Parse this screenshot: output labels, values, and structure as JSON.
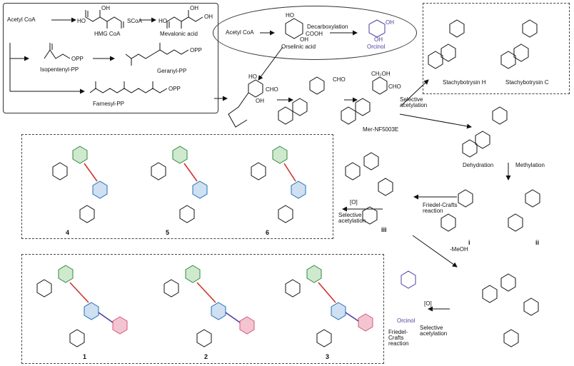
{
  "mevalonate": {
    "acetyl_coa": "Acetyl CoA",
    "hmg_coa": "HMG CoA",
    "mevalonic_acid": "Mevalonic acid",
    "isopentenyl_pp": "Isopentenyl-PP",
    "geranyl_pp": "Geranyl-PP",
    "farnesyl_pp": "Farnesyl-PP",
    "hmg_oh": "OH",
    "hmg_cooh1": "HO",
    "hmg_sco": "SCoA",
    "mev_oh": "OH",
    "mev_ho": "HO",
    "mev_oh2": "OH",
    "opp": "OPP"
  },
  "polyketide": {
    "acetyl_coa": "Acetyl CoA",
    "orsellinic_acid": "Orselinic acid",
    "decarboxylation": "Decarboxylation",
    "orcinol": "Orcinol",
    "oh": "OH",
    "cooh": "COOH",
    "ho": "HO"
  },
  "pathway": {
    "mer": "Mer-NF5003E",
    "selective_acetylation": "Selective acetylation",
    "stachybotrysin_h": "Stachybotrysin H",
    "stachybotrysin_c": "Stachybotrysin C",
    "dehydration": "Dehydration",
    "methylation": "Methylation",
    "friedel_crafts": "Friedel-Crafts reaction",
    "oxidation": "[O]",
    "meoh": "-MeOH",
    "orcinol": "Orcinol",
    "cho": "CHO",
    "ch2oh": "CH₂OH",
    "oh": "OH",
    "ho": "HO"
  },
  "compounds": {
    "c1": "1",
    "c2": "2",
    "c3": "3",
    "c4": "4",
    "c5": "5",
    "c6": "6",
    "i": "i",
    "ii": "ii",
    "iii": "iii"
  },
  "colors": {
    "green": "#2e8b3a",
    "blue": "#1f6fb5",
    "red_bond": "#d0312d",
    "purple_bond": "#4b3fa0",
    "pink": "#d7567c",
    "orcinol_purple": "#4b3fa0"
  }
}
